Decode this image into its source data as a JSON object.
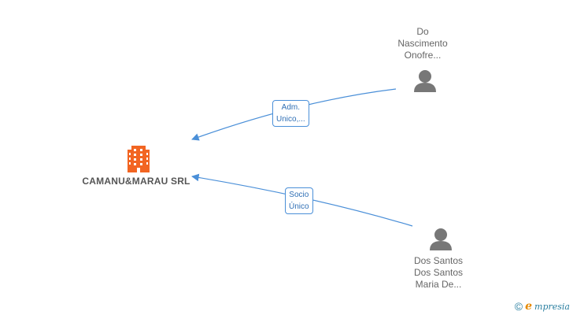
{
  "company": {
    "name": "CAMANU&MARAU SRL",
    "icon": "building-icon",
    "color": "#f26522"
  },
  "persons": [
    {
      "id": "p1",
      "name": "Do\nNascimento\nOnofre...",
      "icon": "person-icon"
    },
    {
      "id": "p2",
      "name": "Dos Santos\nDos Santos\nMaria De...",
      "icon": "person-icon"
    }
  ],
  "edges": [
    {
      "from": "p1",
      "label": "Adm.\nUnico,..."
    },
    {
      "from": "p2",
      "label": "Socio\nÚnico"
    }
  ],
  "colors": {
    "edge": "#4a8fd8",
    "person": "#777777",
    "label_text": "#666666"
  },
  "watermark": {
    "copyright": "©",
    "brand_initial": "e",
    "brand_rest": "mpresia"
  }
}
